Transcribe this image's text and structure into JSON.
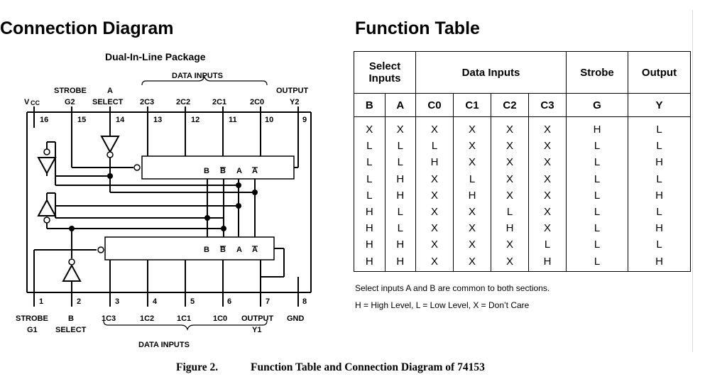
{
  "connection_diagram": {
    "title": "Connection Diagram",
    "package_label": "Dual-In-Line Package",
    "top_group_label": "DATA INPUTS",
    "bottom_group_label": "DATA INPUTS",
    "top_pins": [
      {
        "num": "16",
        "name": "VCC"
      },
      {
        "num": "15",
        "name": "STROBE G2"
      },
      {
        "num": "14",
        "name": "A SELECT"
      },
      {
        "num": "13",
        "name": "2C3"
      },
      {
        "num": "12",
        "name": "2C2"
      },
      {
        "num": "11",
        "name": "2C1"
      },
      {
        "num": "10",
        "name": "2C0"
      },
      {
        "num": "9",
        "name": "OUTPUT Y2"
      }
    ],
    "bottom_pins": [
      {
        "num": "1",
        "name": "STROBE G1"
      },
      {
        "num": "2",
        "name": "B SELECT"
      },
      {
        "num": "3",
        "name": "1C3"
      },
      {
        "num": "4",
        "name": "1C2"
      },
      {
        "num": "5",
        "name": "1C1"
      },
      {
        "num": "6",
        "name": "1C0"
      },
      {
        "num": "7",
        "name": "OUTPUT Y1"
      },
      {
        "num": "8",
        "name": "GND"
      }
    ],
    "top_labels": {
      "vcc": "V",
      "vcc_sub": "CC",
      "strobe": "STROBE",
      "g2": "G2",
      "a": "A",
      "select": "SELECT",
      "c3": "2C3",
      "c2": "2C2",
      "c1": "2C1",
      "c0": "2C0",
      "output": "OUTPUT",
      "y2": "Y2"
    },
    "bottom_labels": {
      "strobe": "STROBE",
      "g1": "G1",
      "b": "B",
      "select": "SELECT",
      "c3": "1C3",
      "c2": "1C2",
      "c1": "1C1",
      "c0": "1C0",
      "output": "OUTPUT",
      "y1": "Y1",
      "gnd": "GND"
    },
    "block_select_labels": [
      "B",
      "B",
      "A",
      "A"
    ]
  },
  "function_table": {
    "title": "Function Table",
    "group_headers": {
      "select": "Select Inputs",
      "data": "Data Inputs",
      "strobe": "Strobe",
      "output": "Output"
    },
    "columns": [
      "B",
      "A",
      "C0",
      "C1",
      "C2",
      "C3",
      "G",
      "Y"
    ],
    "rows": [
      [
        "X",
        "X",
        "X",
        "X",
        "X",
        "X",
        "H",
        "L"
      ],
      [
        "L",
        "L",
        "L",
        "X",
        "X",
        "X",
        "L",
        "L"
      ],
      [
        "L",
        "L",
        "H",
        "X",
        "X",
        "X",
        "L",
        "H"
      ],
      [
        "L",
        "H",
        "X",
        "L",
        "X",
        "X",
        "L",
        "L"
      ],
      [
        "L",
        "H",
        "X",
        "H",
        "X",
        "X",
        "L",
        "H"
      ],
      [
        "H",
        "L",
        "X",
        "X",
        "L",
        "X",
        "L",
        "L"
      ],
      [
        "H",
        "L",
        "X",
        "X",
        "H",
        "X",
        "L",
        "H"
      ],
      [
        "H",
        "H",
        "X",
        "X",
        "X",
        "L",
        "L",
        "L"
      ],
      [
        "H",
        "H",
        "X",
        "X",
        "X",
        "H",
        "L",
        "H"
      ]
    ],
    "note1": "Select inputs A and B are common to both sections.",
    "note2": "H = High Level, L = Low Level, X = Don’t Care"
  },
  "caption": {
    "figure": "Figure 2.",
    "text": "Function Table and Connection Diagram of 74153"
  }
}
